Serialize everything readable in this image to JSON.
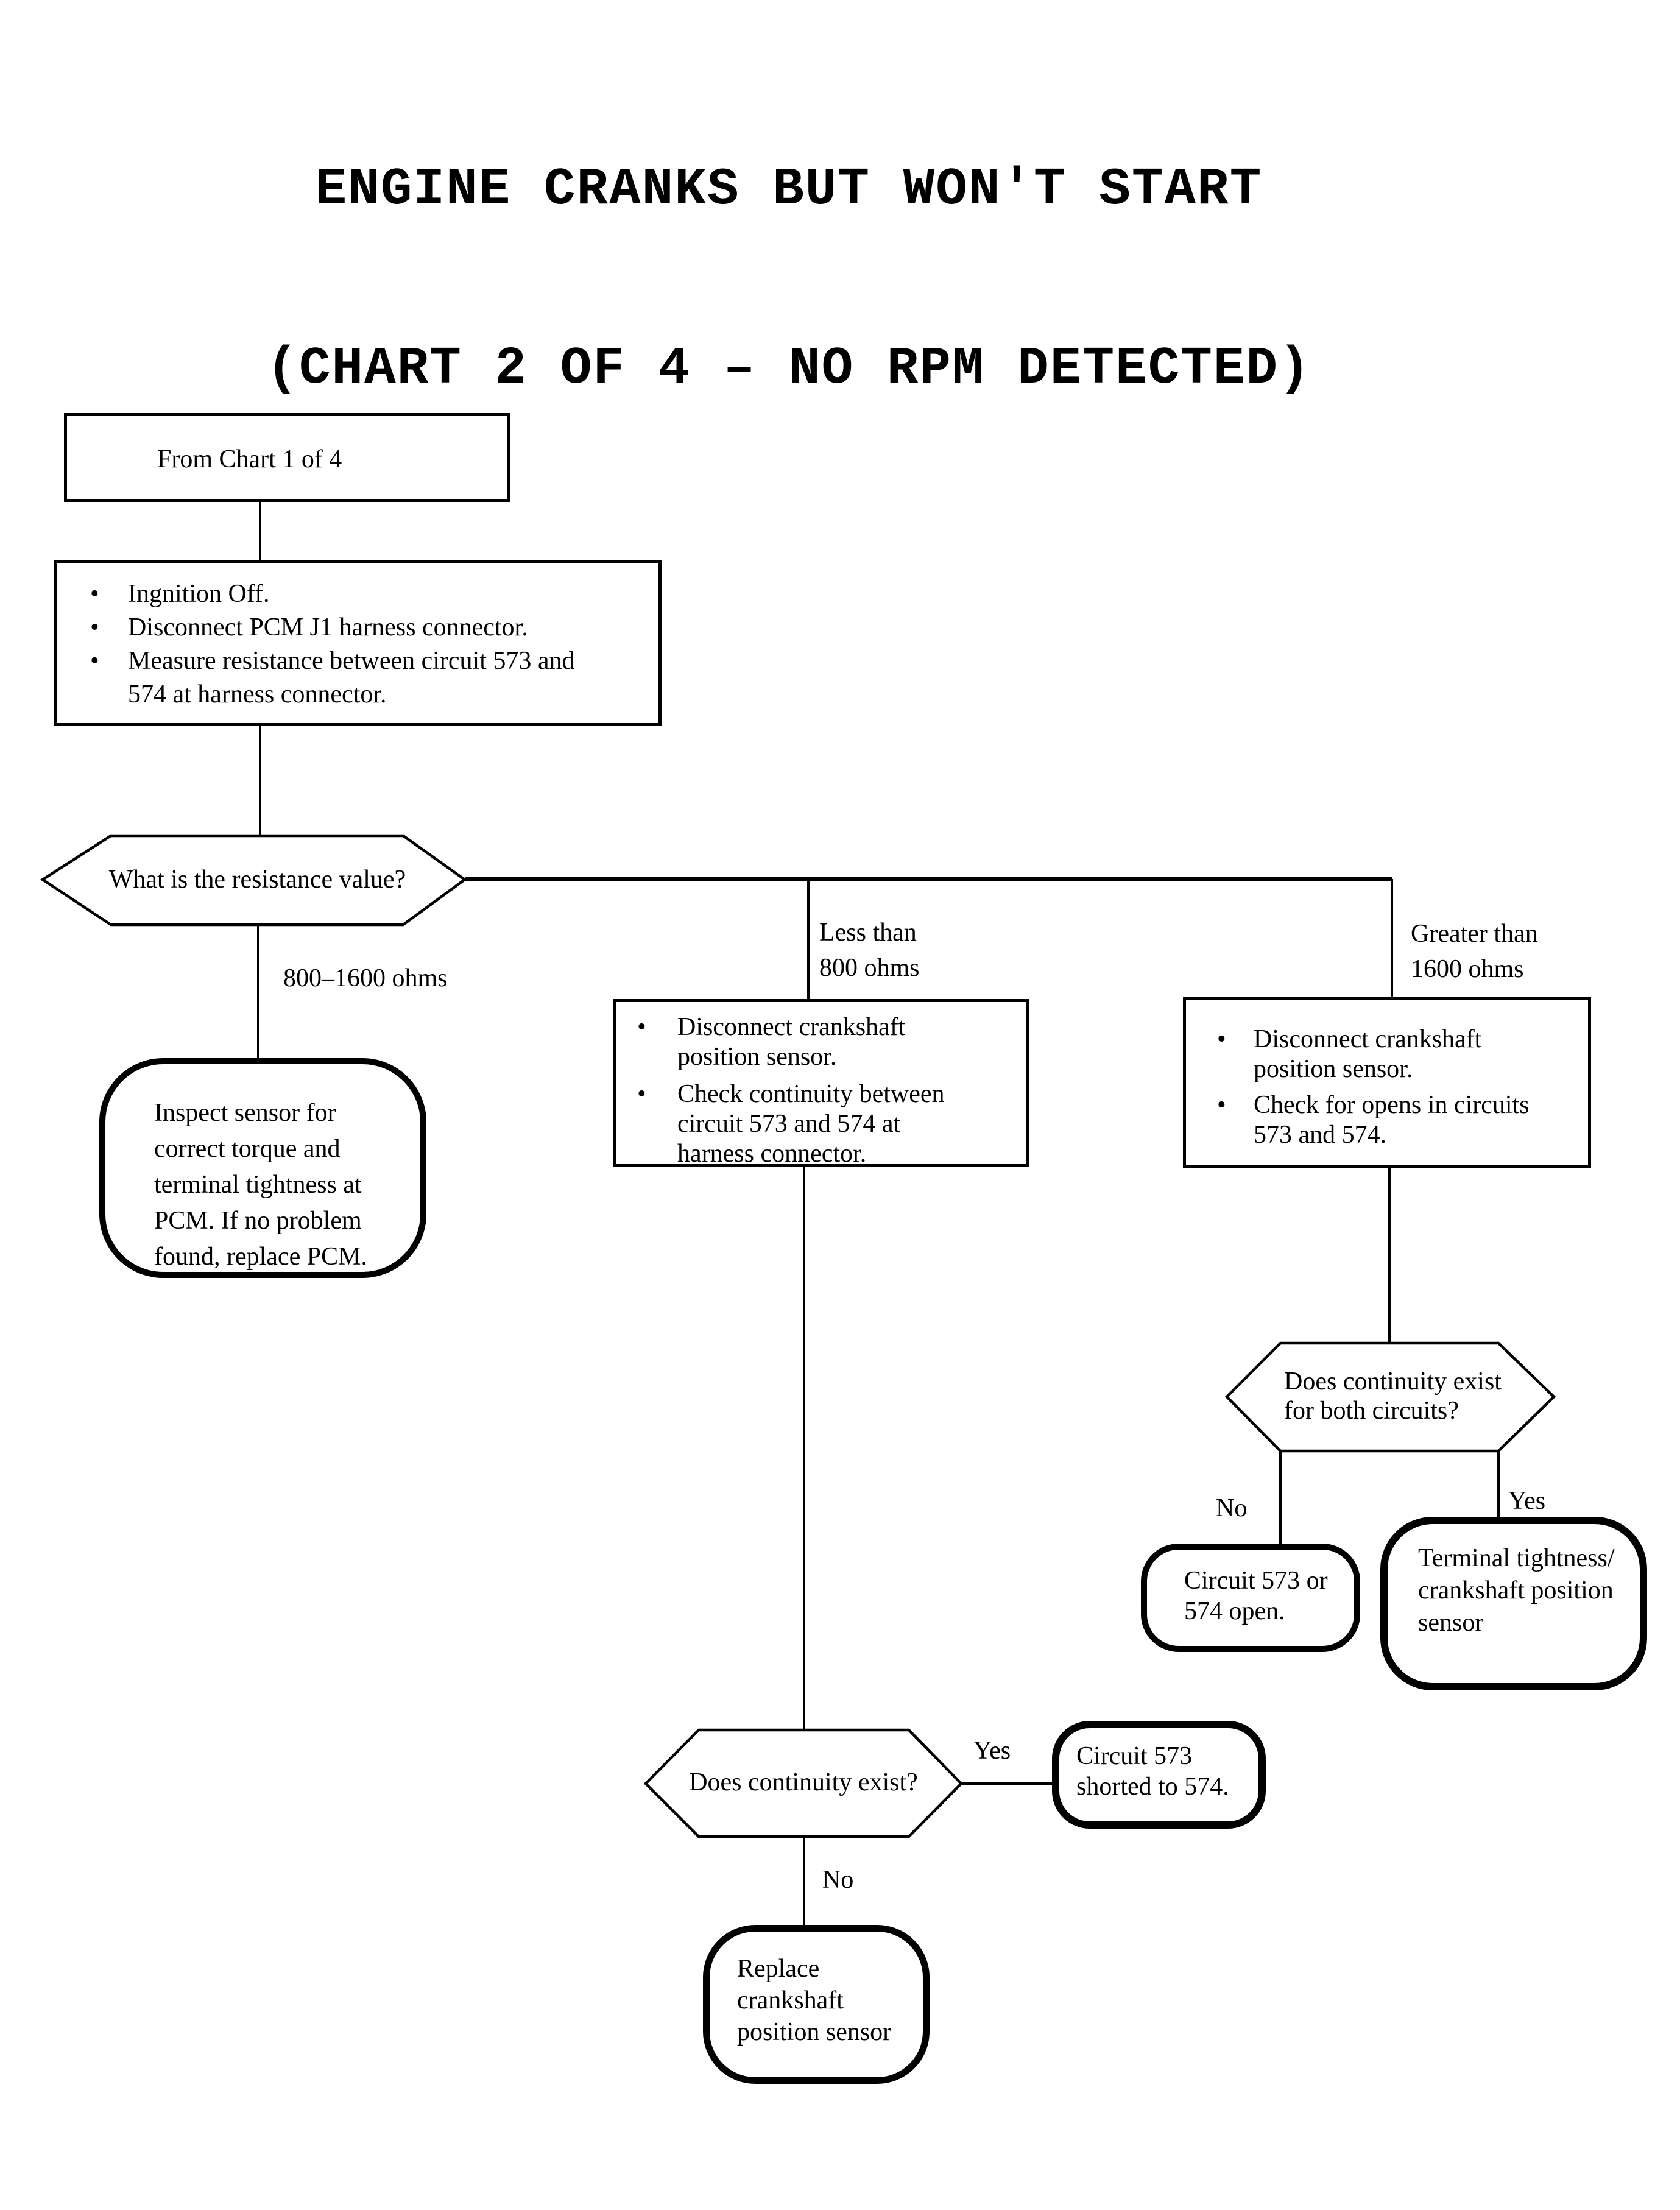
{
  "colors": {
    "ink": "#000000",
    "background": "#ffffff"
  },
  "title": {
    "line1": "ENGINE CRANKS BUT WON'T START",
    "line2": "(CHART 2 OF 4 – NO RPM DETECTED)"
  },
  "flow": {
    "start": {
      "label": "From Chart 1 of 4"
    },
    "instructions": {
      "items": [
        "Ingnition Off.",
        "Disconnect PCM J1 harness connector.",
        "Measure resistance between circuit 573 and\n574 at harness connector."
      ]
    },
    "resistance_decision": {
      "question": "What is the resistance value?",
      "branch_mid_label": "800–1600 ohms",
      "branch_less_label": "Less than\n800 ohms",
      "branch_greater_label": "Greater than\n1600 ohms"
    },
    "inspect_pcm": {
      "label": "Inspect sensor for\ncorrect torque and\nterminal tightness at\nPCM. If no problem\nfound, replace PCM."
    },
    "check_continuity": {
      "items": [
        "Disconnect crankshaft\nposition sensor.",
        "Check continuity between\ncircuit 573 and 574 at\nharness connector."
      ]
    },
    "check_opens": {
      "items": [
        "Disconnect crankshaft\nposition sensor.",
        "Check for opens in circuits\n573 and 574."
      ]
    },
    "continuity_both_decision": {
      "question": "Does continuity exist\nfor both circuits?",
      "no_label": "No",
      "yes_label": "Yes"
    },
    "circuit_open": {
      "label": "Circuit 573 or\n574 open."
    },
    "terminal_tightness": {
      "label": "Terminal tightness/\ncrankshaft position\nsensor"
    },
    "continuity_decision": {
      "question": "Does continuity exist?",
      "yes_label": "Yes",
      "no_label": "No"
    },
    "shorted": {
      "label": "Circuit 573\nshorted to 574."
    },
    "replace_sensor": {
      "label": "Replace\ncrankshaft\nposition sensor"
    }
  }
}
